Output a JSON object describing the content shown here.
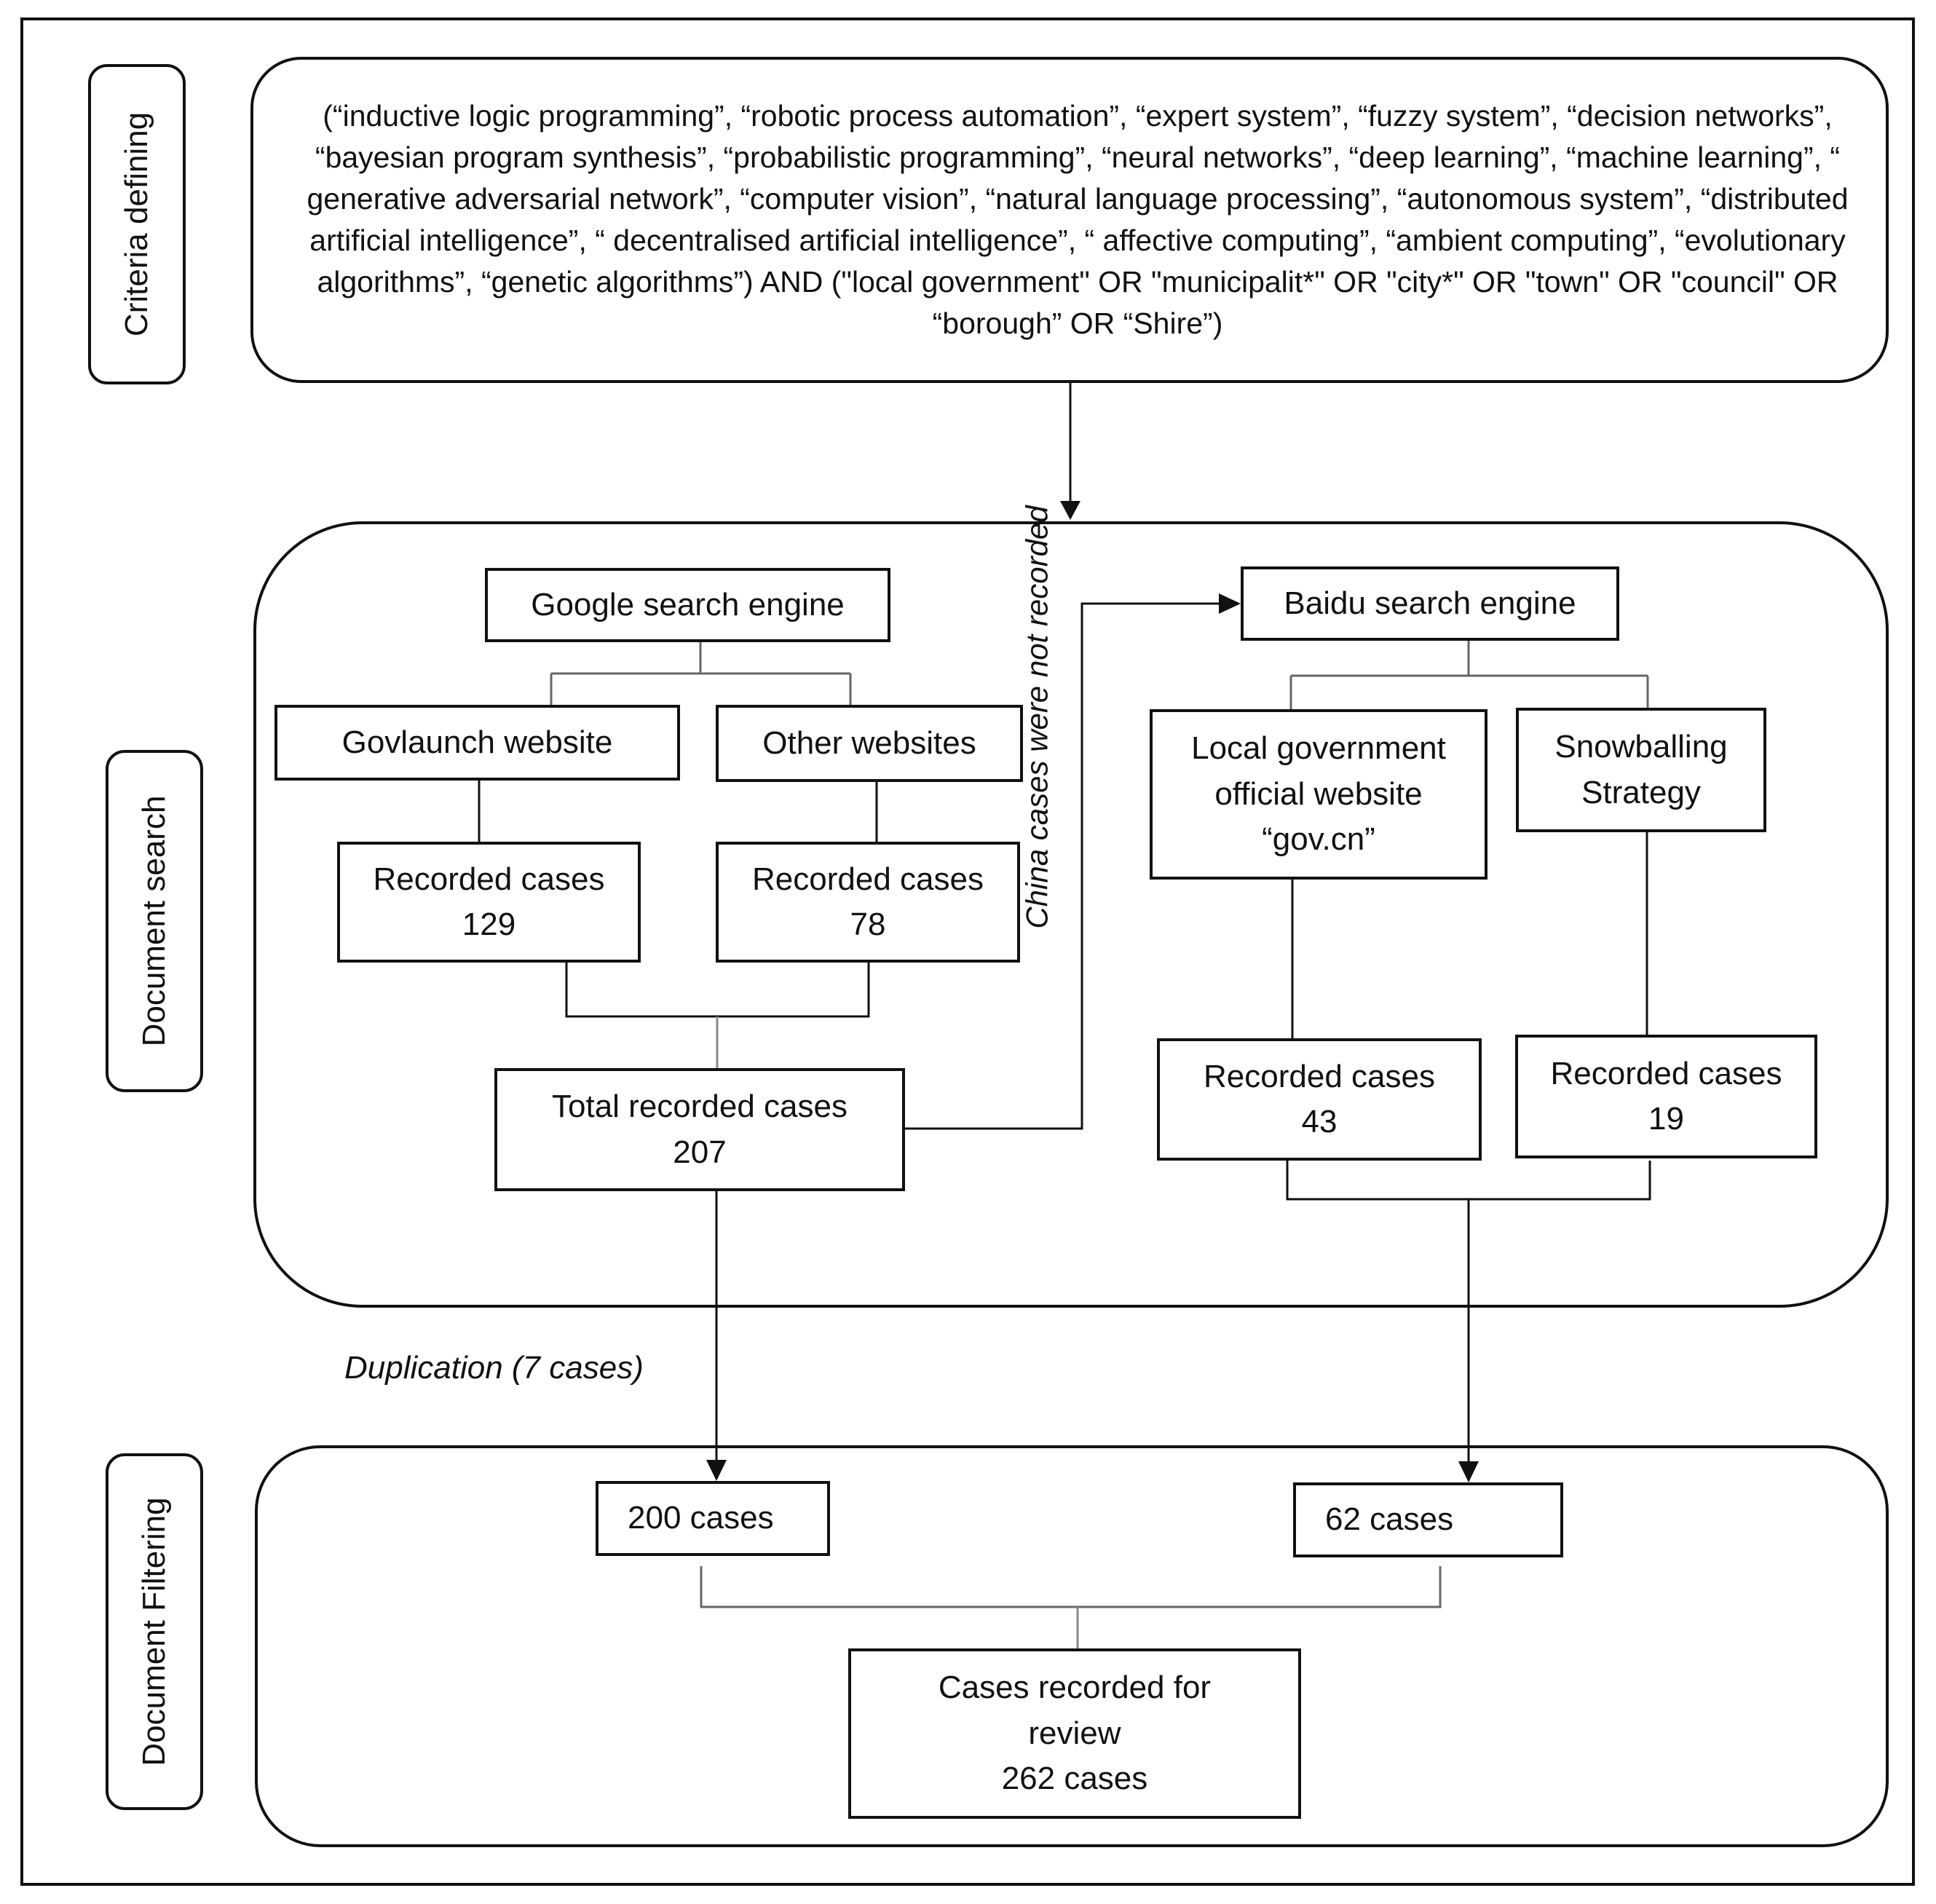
{
  "stages": {
    "criteria": "Criteria defining",
    "search": "Document search",
    "filtering": "Document Filtering"
  },
  "criteria_query": "(“inductive logic programming”, “robotic process automation”, “expert system”, “fuzzy system”, “decision networks”, “bayesian program synthesis”, “probabilistic programming”, “neural networks”, “deep learning”, “machine learning”, “ generative adversarial network”, “computer vision”, “natural language processing”, “autonomous system”, “distributed artificial intelligence”,  “ decentralised artificial intelligence”,  “ affective computing”, “ambient computing”, “evolutionary algorithms”, “genetic algorithms”) AND (\"local government\" OR \"municipalit*\" OR \"city*\" OR \"town\" OR \"council\" OR “borough” OR “Shire”)",
  "google": {
    "engine": "Google search engine",
    "govlaunch": "Govlaunch website",
    "other": "Other websites",
    "govlaunch_cases": "Recorded cases\n129",
    "other_cases": "Recorded cases\n78",
    "total": "Total recorded cases\n207"
  },
  "baidu": {
    "engine": "Baidu search engine",
    "local_gov": "Local government\nofficial website\n“gov.cn”",
    "snowballing": "Snowballing\nStrategy",
    "local_gov_cases": "Recorded cases\n43",
    "snowballing_cases": "Recorded cases\n19"
  },
  "notes": {
    "china": "China cases were not\nrecorded",
    "duplication": "Duplication (7 cases)"
  },
  "filtering": {
    "left_cases": "200 cases",
    "right_cases": "62 cases",
    "final": "Cases recorded for\nreview\n262 cases"
  }
}
